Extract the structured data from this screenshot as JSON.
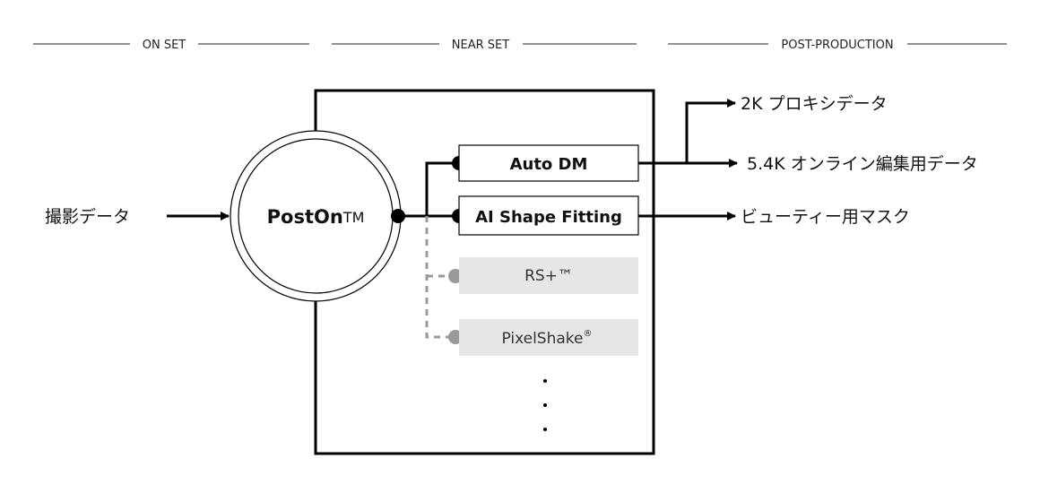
{
  "stages": {
    "on_set": "ON SET",
    "near_set": "NEAR SET",
    "post_production": "POST-PRODUCTION"
  },
  "input_label": "撮影データ",
  "center": {
    "name": "PostOn",
    "mark": "TM"
  },
  "modules": {
    "active": [
      "Auto DM",
      "AI Shape Fitting"
    ],
    "optional": [
      {
        "name": "RS+",
        "mark": "™"
      },
      {
        "name": "PixelShake",
        "mark": "®"
      }
    ]
  },
  "outputs": {
    "proxy": "2K プロキシデータ",
    "online": "5.4K オンライン編集用データ",
    "mask": "ビューティー用マスク"
  },
  "colors": {
    "line": "#000000",
    "inactive_line": "#999999",
    "inactive_box": "#e6e6e6",
    "inactive_dot": "#999999"
  }
}
